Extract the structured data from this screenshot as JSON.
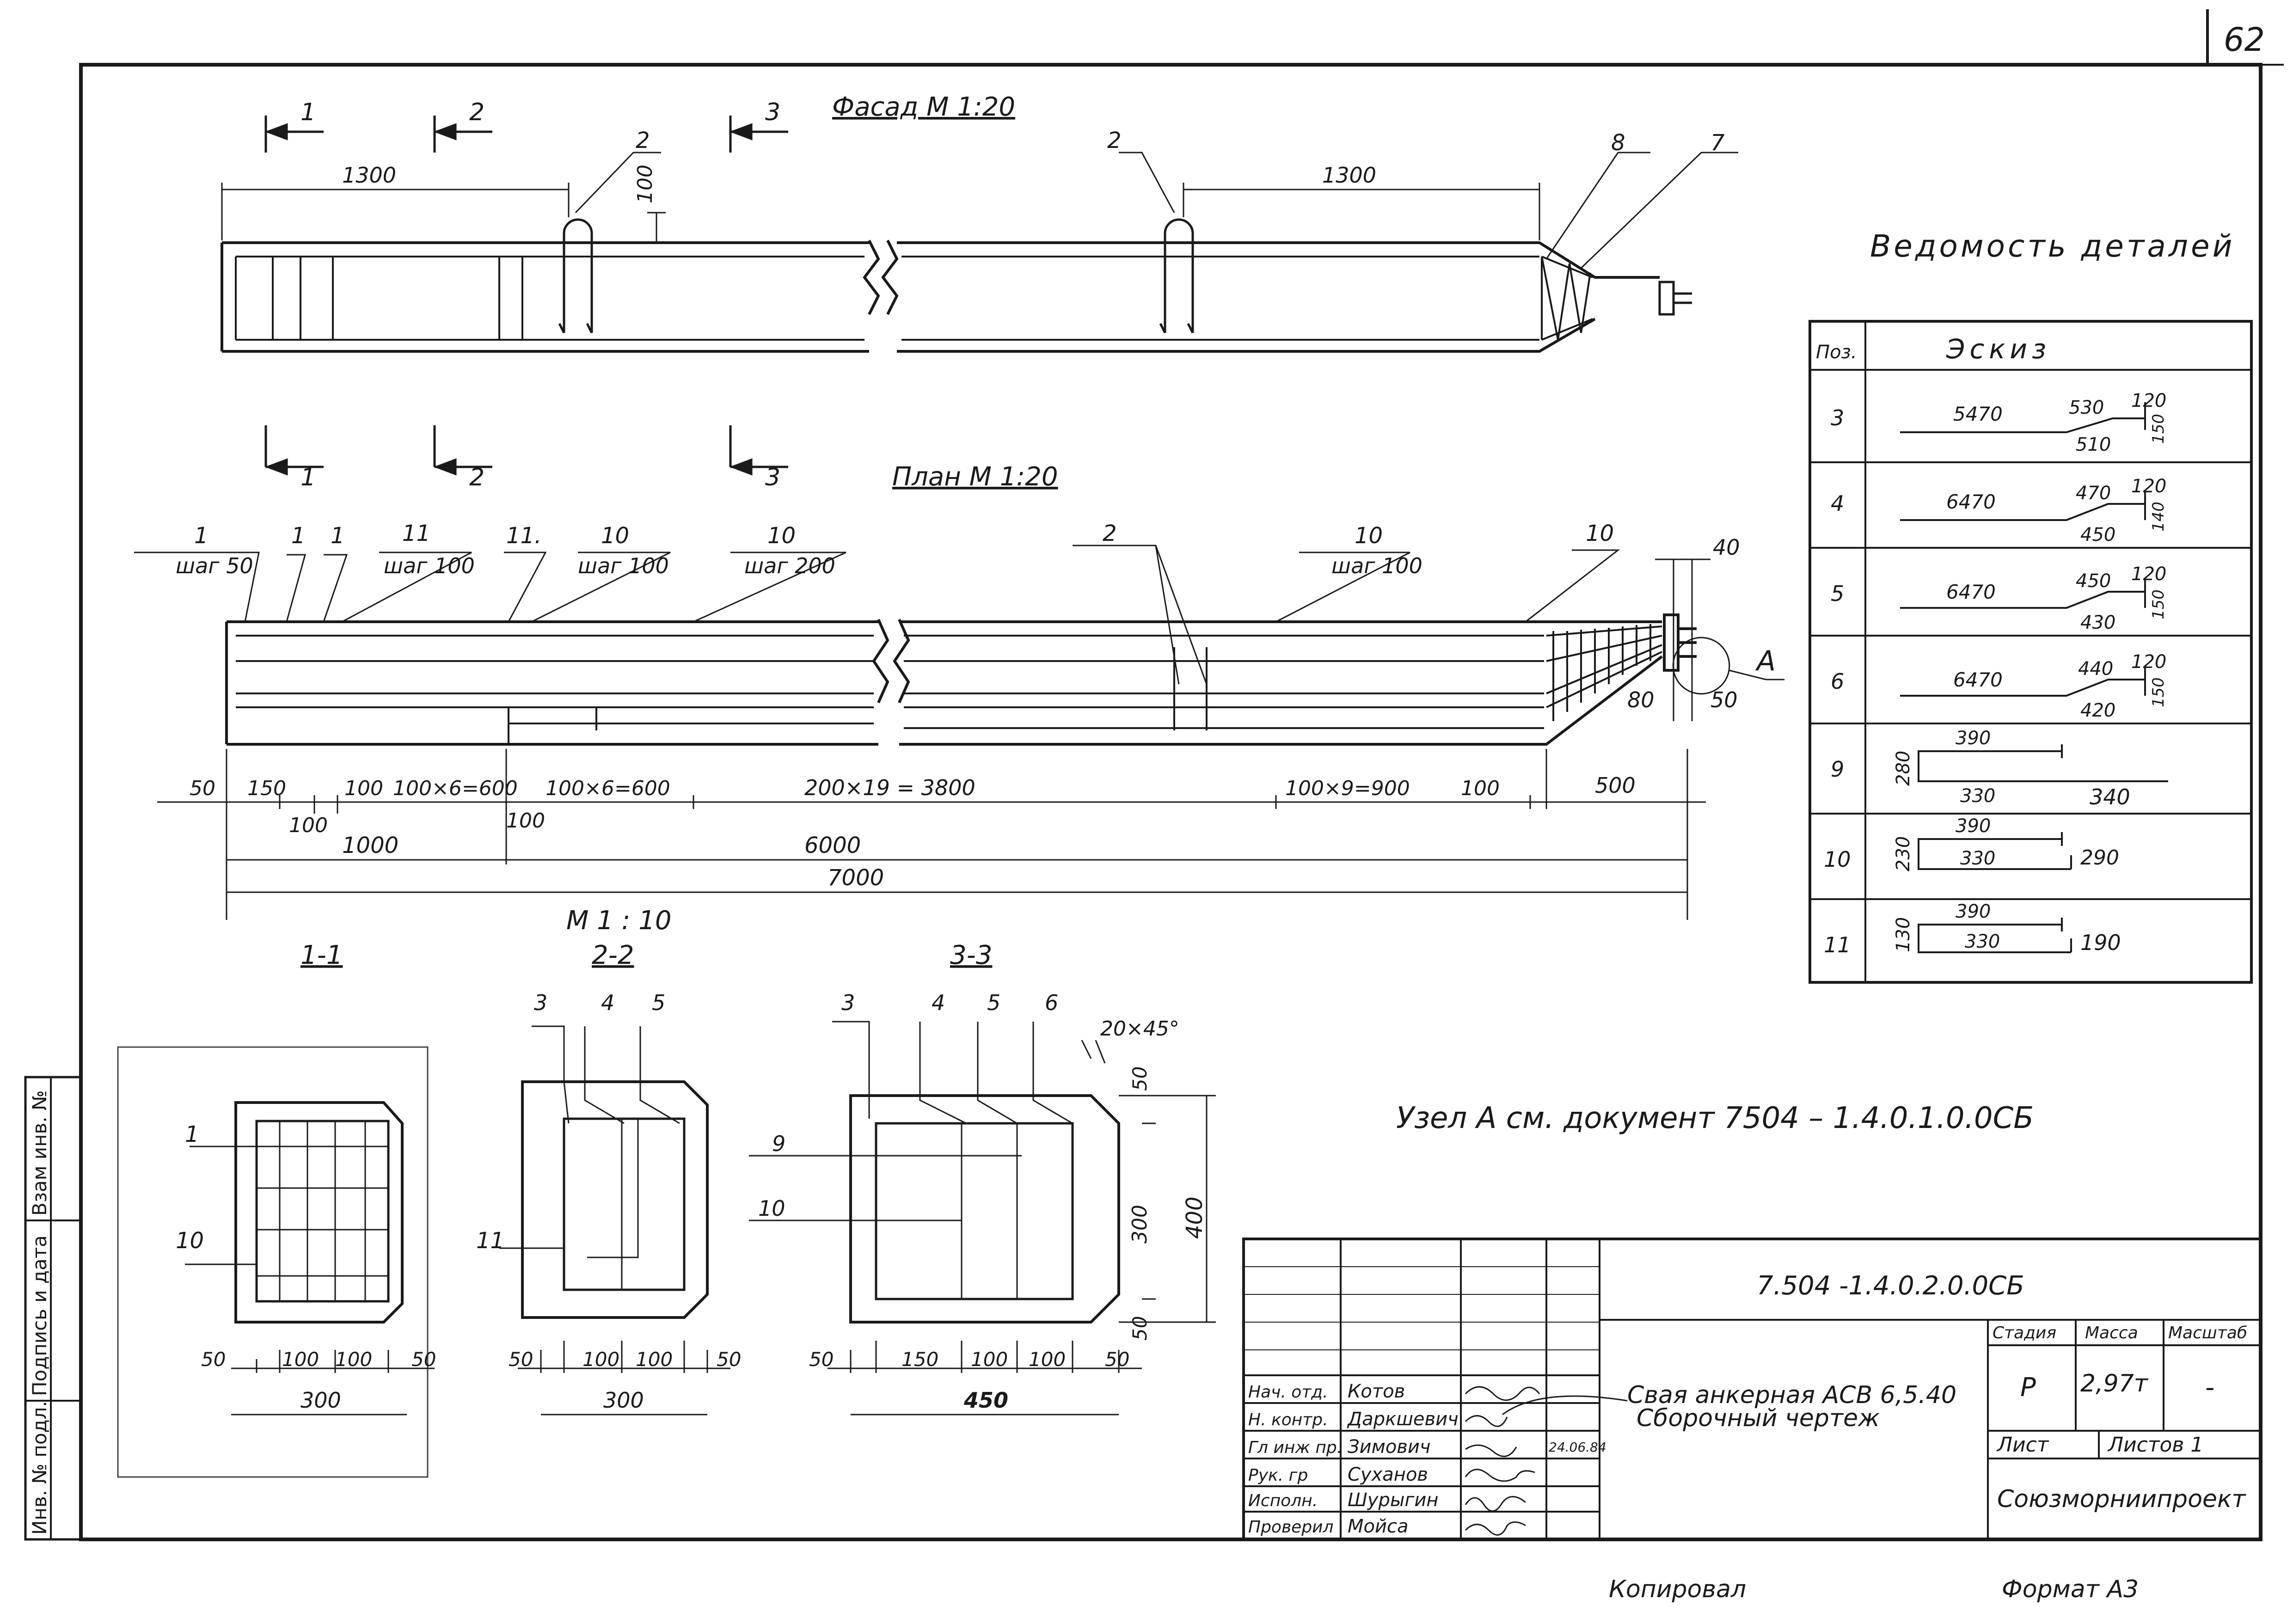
{
  "sheet_number": "62",
  "view_titles": {
    "facade": "Фасад  М 1:20",
    "plan": "План   М 1:20",
    "scale_sections": "М    1 : 10",
    "section_1": "1-1",
    "section_2": "2-2",
    "section_3": "3-3"
  },
  "section_cut_marks": [
    "1",
    "2",
    "3"
  ],
  "facade": {
    "dim_left": "1300",
    "dim_right": "1300",
    "dim_100": "100",
    "callouts": [
      "2",
      "2",
      "8",
      "7"
    ]
  },
  "plan": {
    "callouts": [
      {
        "pos": "1",
        "note": "шаг 50"
      },
      {
        "pos": "1",
        "note": ""
      },
      {
        "pos": "1",
        "note": ""
      },
      {
        "pos": "11",
        "note": "шаг 100"
      },
      {
        "pos": "11.",
        "note": ""
      },
      {
        "pos": "10",
        "note": "шаг 100"
      },
      {
        "pos": "10",
        "note": "шаг 200"
      },
      {
        "pos": "2",
        "note": ""
      },
      {
        "pos": "10",
        "note": "шаг 100"
      },
      {
        "pos": "10",
        "note": ""
      }
    ],
    "chain_dims": [
      "50",
      "150",
      "100",
      "100×6=600",
      "100×6=600",
      "200×19 = 3800",
      "100×9=900",
      "100",
      "500"
    ],
    "sub_dims": [
      "100",
      "100"
    ],
    "total_dims": [
      "1000",
      "6000",
      "7000"
    ],
    "node_dims": [
      "40",
      "80",
      "50"
    ],
    "node_label": "А"
  },
  "sections": {
    "s1": {
      "callouts": [
        "1",
        "10"
      ],
      "dims": [
        "50",
        "100",
        "100",
        "50"
      ],
      "total": "300"
    },
    "s2": {
      "callouts": [
        "3",
        "4",
        "5",
        "11"
      ],
      "dims": [
        "50",
        "100",
        "100",
        "50"
      ],
      "total": "300"
    },
    "s3": {
      "callouts": [
        "3",
        "4",
        "5",
        "6",
        "9",
        "10"
      ],
      "dims": [
        "50",
        "150",
        "100",
        "100",
        "50"
      ],
      "total": "450",
      "chamfer": "20×45°",
      "vert_dims": [
        "50",
        "300",
        "50"
      ],
      "vert_total": "400"
    }
  },
  "node_note": "Узел А см. документ 7504 – 1.4.0.1.0.0СБ",
  "parts_schedule": {
    "title": "Ведомость деталей",
    "header_pos": "Поз.",
    "header_sketch": "Эскиз",
    "rows": [
      {
        "pos": "3",
        "sketch": [
          "5470",
          "530",
          "120",
          "510",
          "150"
        ]
      },
      {
        "pos": "4",
        "sketch": [
          "6470",
          "470",
          "120",
          "450",
          "140"
        ]
      },
      {
        "pos": "5",
        "sketch": [
          "6470",
          "450",
          "120",
          "430",
          "150"
        ]
      },
      {
        "pos": "6",
        "sketch": [
          "6470",
          "440",
          "120",
          "420",
          "150"
        ]
      },
      {
        "pos": "9",
        "sketch": [
          "390",
          "280",
          "330",
          "340"
        ]
      },
      {
        "pos": "10",
        "sketch": [
          "390",
          "230",
          "330",
          "290"
        ]
      },
      {
        "pos": "11",
        "sketch": [
          "390",
          "130",
          "330",
          "190"
        ]
      }
    ]
  },
  "title_block": {
    "doc_code": "7.504     -1.4.0.2.0.0СБ",
    "title_line1": "Свая анкерная АСВ 6,5.40",
    "title_line2": "Сборочный чертеж",
    "stage_label": "Стадия",
    "mass_label": "Масса",
    "scale_label": "Масштаб",
    "stage": "Р",
    "mass": "2,97т",
    "scale": "-",
    "sheet_label": "Лист",
    "sheets_label": "Листов 1",
    "organization": "Союзморниипроект",
    "date": "24.06.84",
    "staff": [
      {
        "role": "Нач. отд.",
        "name": "Котов"
      },
      {
        "role": "Н. контр.",
        "name": "Даркшевич"
      },
      {
        "role": "Гл инж пр.",
        "name": "Зимович"
      },
      {
        "role": "Рук. гр",
        "name": "Суханов"
      },
      {
        "role": "Исполн.",
        "name": "Шурыгин"
      },
      {
        "role": "Проверил",
        "name": "Мойса"
      }
    ]
  },
  "side_stamp": [
    "Инв. № подл.",
    "Подпись и дата",
    "Взам инв. №"
  ],
  "footer": {
    "copied": "Копировал",
    "format": "Формат А3"
  }
}
